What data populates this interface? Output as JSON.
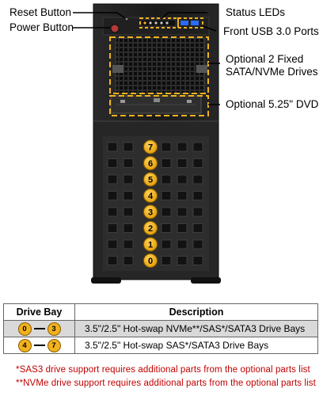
{
  "callouts": {
    "reset_button": "Reset Button",
    "power_button": "Power Button",
    "status_leds": "Status LEDs",
    "front_usb": "Front USB 3.0 Ports",
    "fixed_drives_line1": "Optional 2 Fixed",
    "fixed_drives_line2": "SATA/NVMe Drives",
    "optional_dvd": "Optional 5.25\" DVD"
  },
  "drive_bays": [
    "7",
    "6",
    "5",
    "4",
    "3",
    "2",
    "1",
    "0"
  ],
  "table": {
    "headers": {
      "bay": "Drive Bay",
      "description": "Description"
    },
    "rows": [
      {
        "from": "0",
        "to": "3",
        "description": "3.5\"/2.5\"  Hot-swap  NVMe**/SAS*/SATA3 Drive  Bays"
      },
      {
        "from": "4",
        "to": "7",
        "description": "3.5\"/2.5\"  Hot-swap  SAS*/SATA3 Drive  Bays"
      }
    ]
  },
  "footnotes": [
    "*SAS3 drive support requires additional parts from the optional parts list",
    "**NVMe drive support requires additional parts from the optional parts list"
  ],
  "colors": {
    "accent": "#f2b21f",
    "chassis": "#1c1c1c",
    "footnote": "#c00000"
  }
}
